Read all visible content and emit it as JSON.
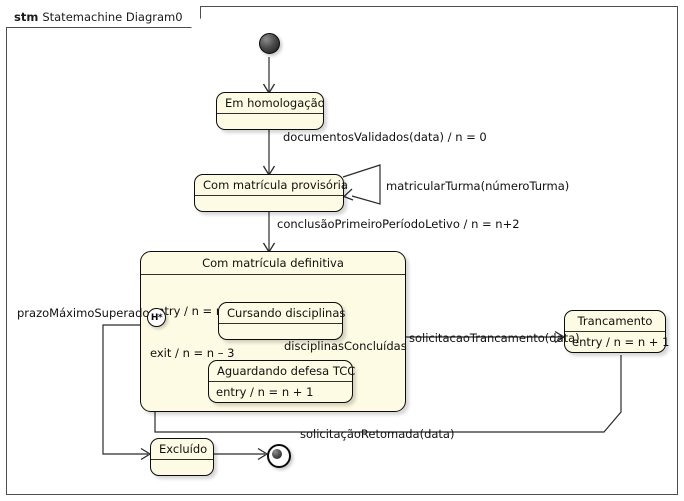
{
  "frame": {
    "kind_label": "stm",
    "title": "Statemachine Diagram0"
  },
  "nodes": {
    "initial": {
      "name": "initial-pseudostate"
    },
    "em_homologacao": {
      "title": "Em homologação",
      "body": ""
    },
    "com_matricula_provisoria": {
      "title": "Com matrícula provisória",
      "body": ""
    },
    "com_matricula_definitiva": {
      "title": "Com matrícula definitiva",
      "entry": "entry / n = n  + 3",
      "exit": "exit / n = n – 3"
    },
    "history": {
      "label": "H*"
    },
    "cursando_disciplinas": {
      "title": "Cursando disciplinas",
      "body": ""
    },
    "aguardando_defesa_tcc": {
      "title": "Aguardando defesa TCC",
      "body": "entry / n = n + 1"
    },
    "trancamento": {
      "title": "Trancamento",
      "body": "entry / n = n + 1"
    },
    "excluido": {
      "title": "Excluído",
      "body": ""
    },
    "final": {
      "name": "final-state"
    }
  },
  "transitions": {
    "documentos_validados": "documentosValidados(data) / n = 0",
    "matricular_turma": "matricularTurma(númeroTurma)",
    "conclusao_primeiro_periodo": "conclusãoPrimeiroPeríodoLetivo / n = n+2",
    "disciplinas_concluidas": "disciplinasConcluídas",
    "solicitacao_trancamento": "solicitacaoTrancamento(data)",
    "solicitacao_retomada": "solicitaçãoRetomada(data)",
    "prazo_maximo_superado": "prazoMáximoSuperado"
  },
  "colors": {
    "state_fill": "#fdfbe3",
    "state_stroke": "#0d0d0d",
    "edge_stroke": "#2b2b2b",
    "frame_stroke": "#4d4d4d",
    "page_background": "#ffffff"
  }
}
